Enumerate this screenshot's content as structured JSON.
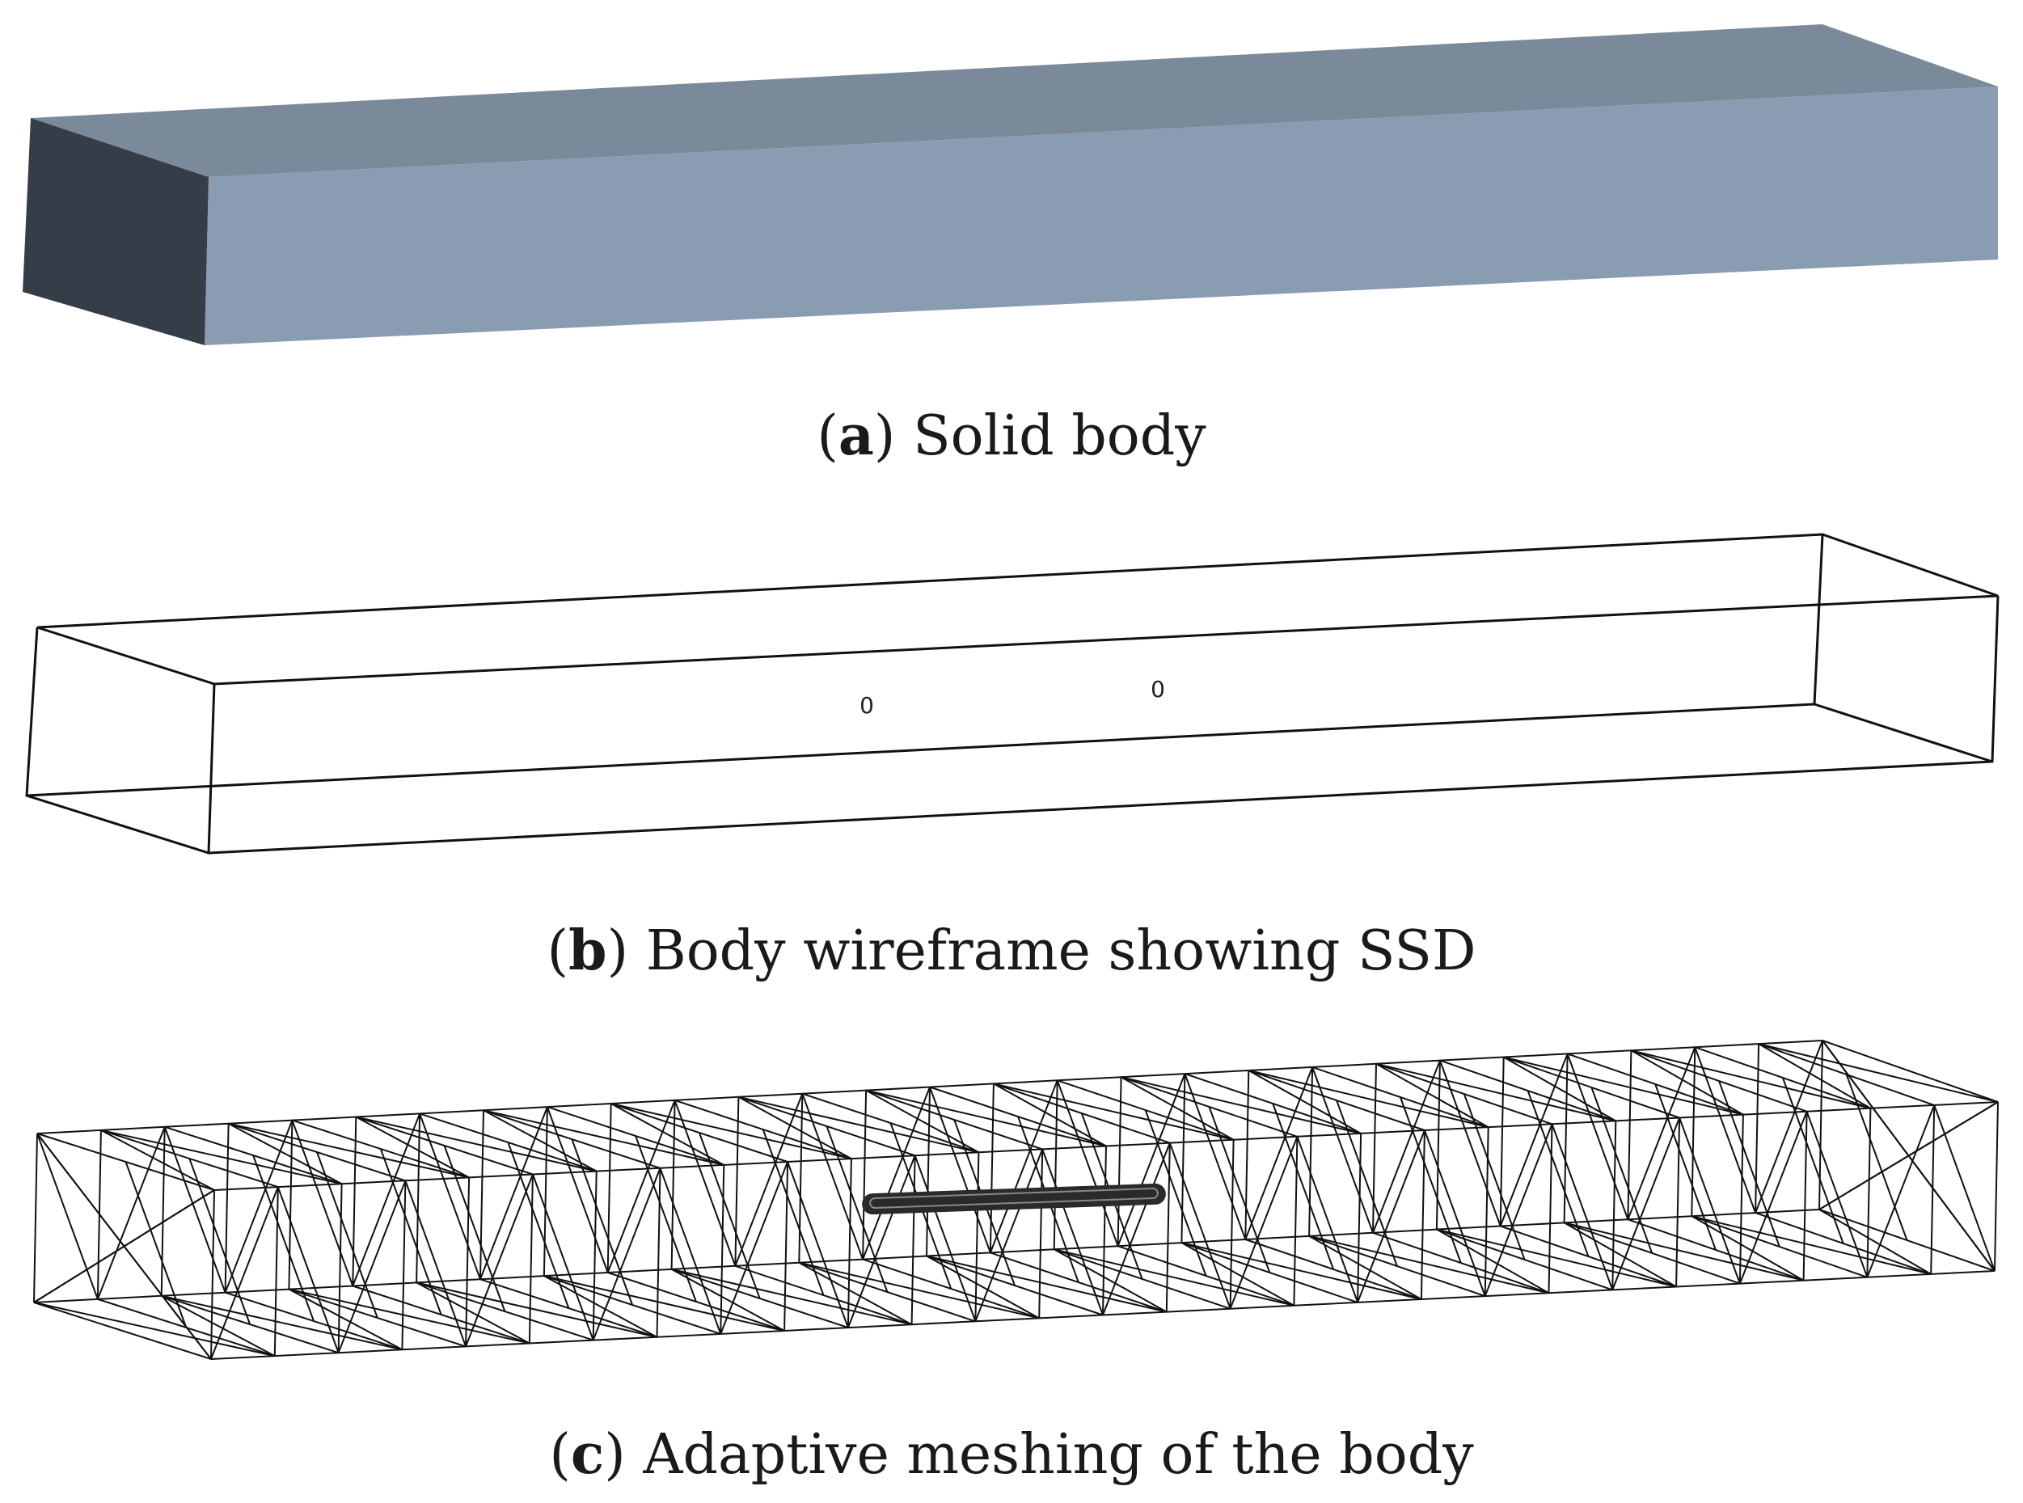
{
  "panels": [
    {
      "letter": "a",
      "caption": " Solid body"
    },
    {
      "letter": "b",
      "caption": " Body wireframe showing SSD"
    },
    {
      "letter": "c",
      "caption": " Adaptive meshing of the body"
    }
  ],
  "wireframe_marks": [
    "0",
    "0"
  ],
  "colors": {
    "top_face": "#7a8a9b",
    "front_face": "#8a9cb1",
    "end_face": "#343d48",
    "line": "#000000"
  }
}
